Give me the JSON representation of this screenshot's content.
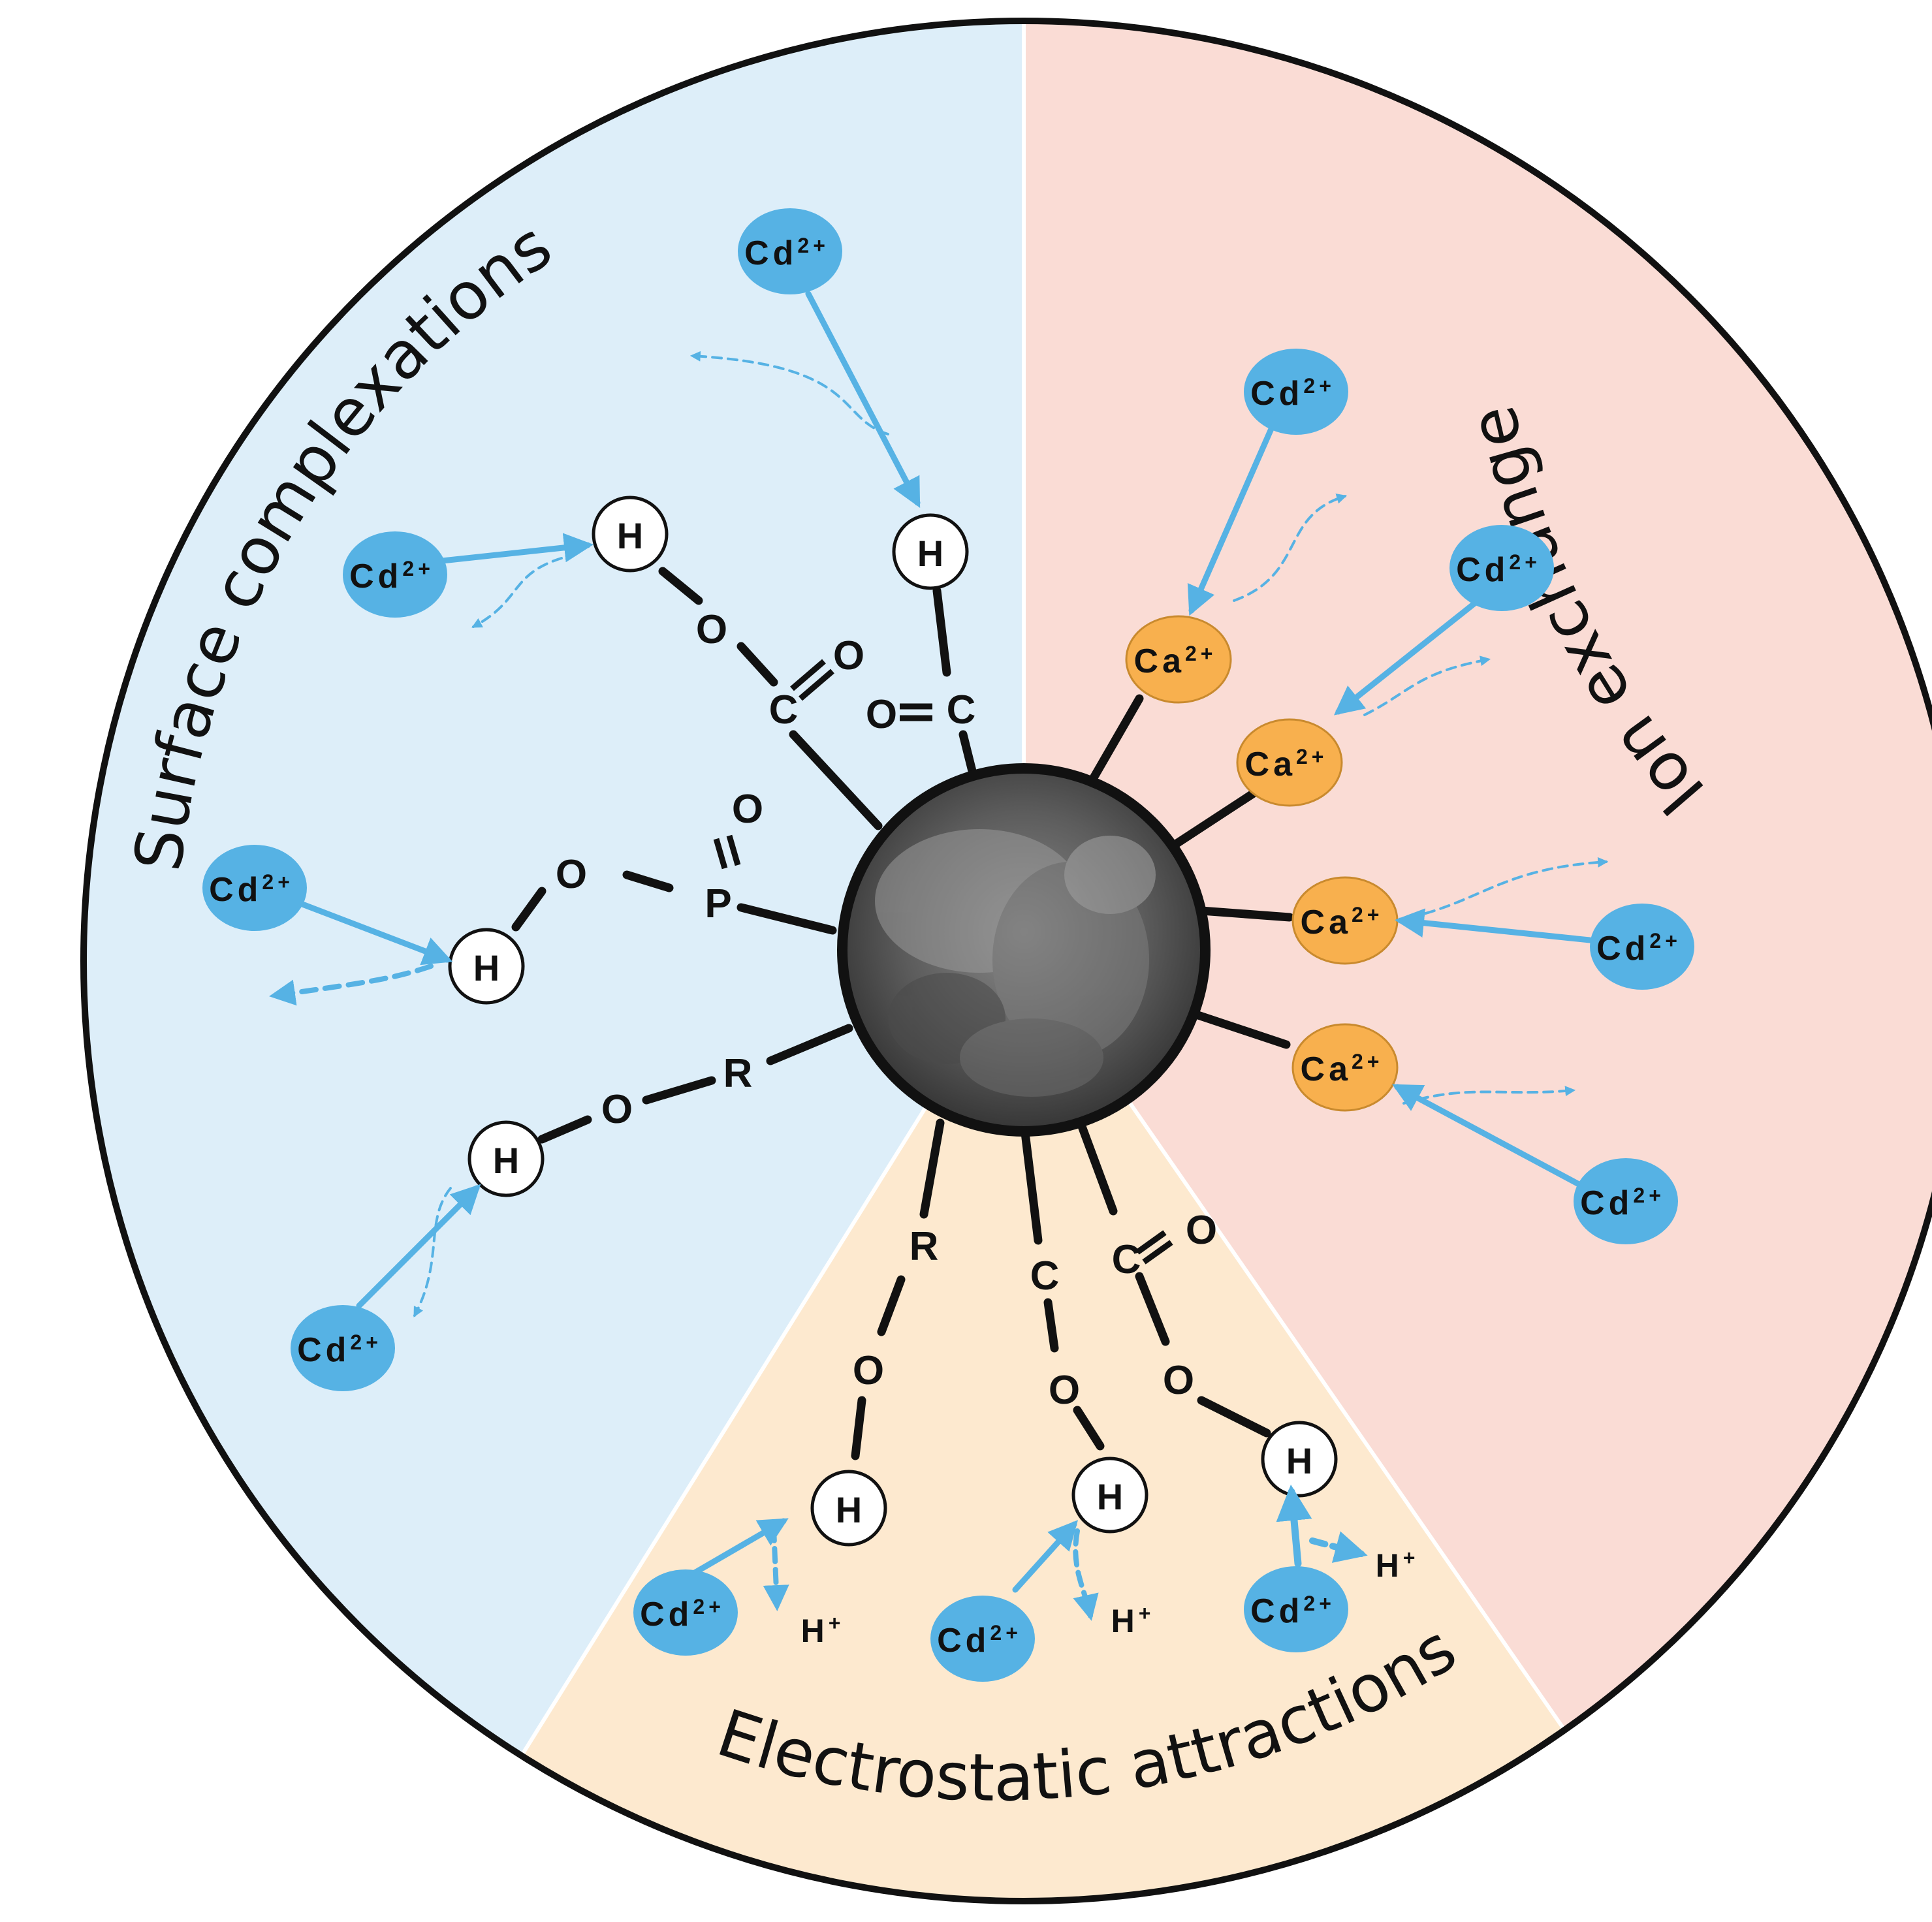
{
  "colors": {
    "surface_region": "#ddeef9",
    "ion_region": "#fadcd5",
    "electro_region": "#fde9cf",
    "cd_ion": "#56b2e4",
    "ca_ion": "#f8b04e",
    "arrow": "#56b2e4",
    "bond": "#111111",
    "core": "#555555"
  },
  "regions": {
    "surface": "Surface complexations",
    "ion_exchange": "Ion exchange",
    "electrostatic": "Electrostatic attractions"
  },
  "ions": {
    "cd": "Cd",
    "cd_charge": "2+",
    "ca": "Ca",
    "ca_charge": "2+",
    "h_plus": "H",
    "h_plus_charge": "+"
  },
  "atoms": {
    "hydrogen": "H",
    "oxygen": "O",
    "carbon": "C",
    "phosphorus": "P",
    "r_group": "R"
  },
  "center": {
    "description_icon": "biochar-sem-particle"
  }
}
